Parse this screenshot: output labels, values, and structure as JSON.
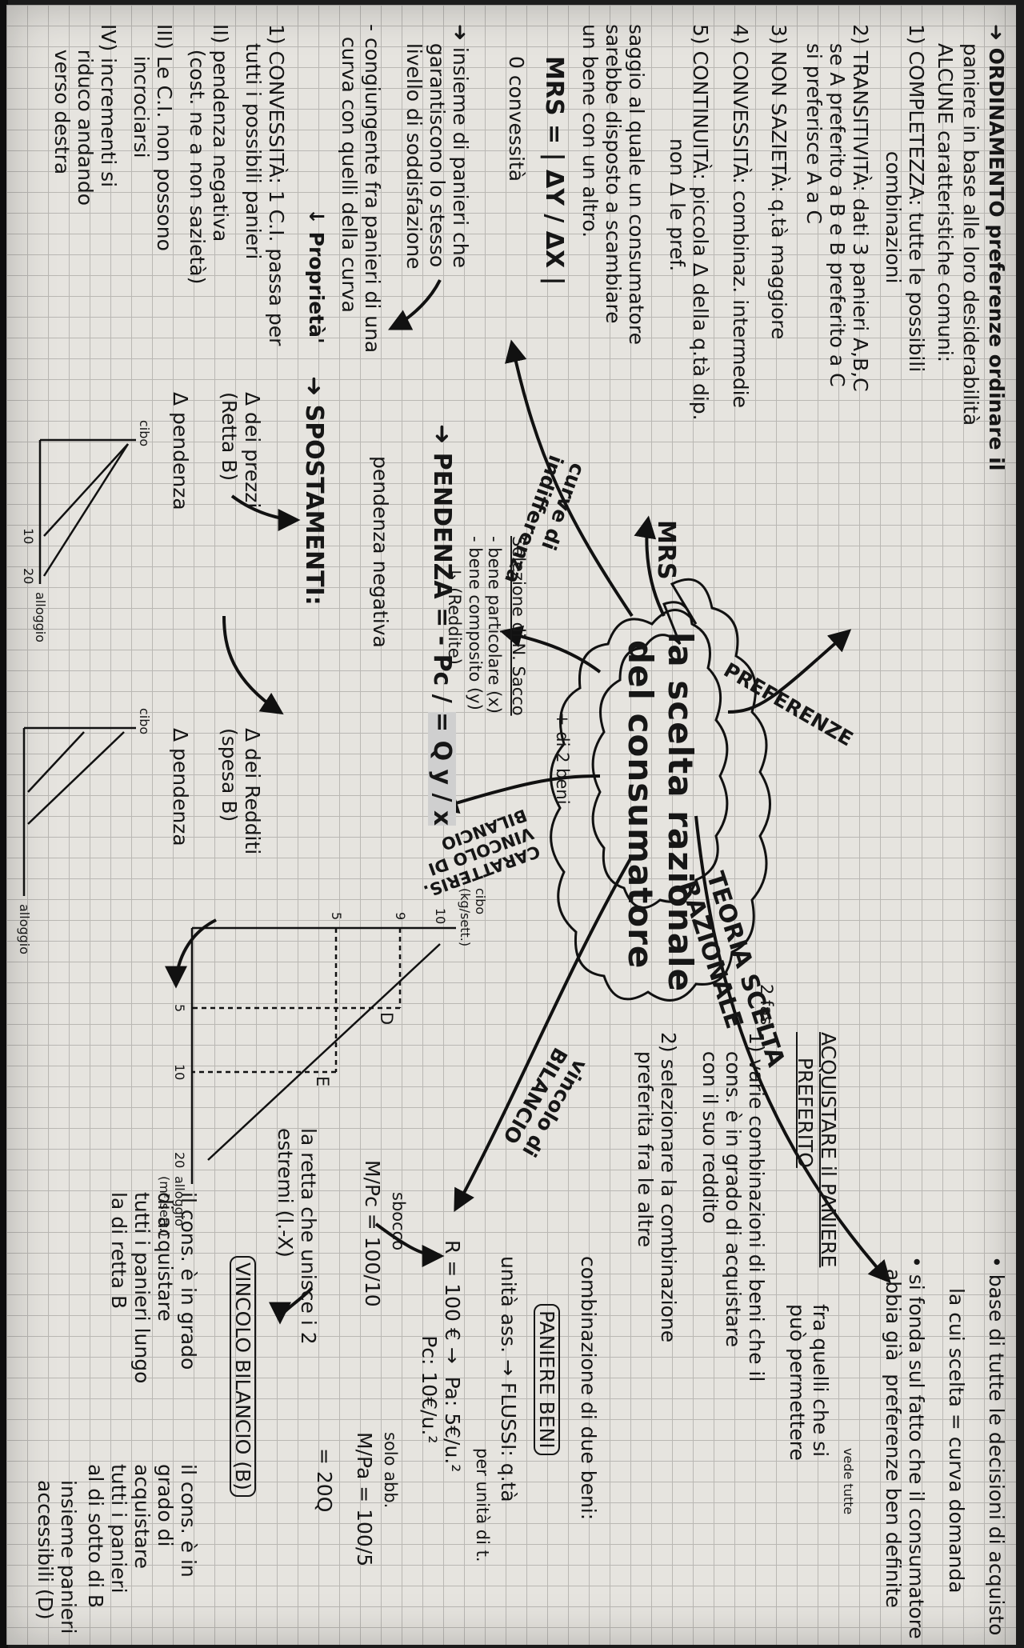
{
  "page": {
    "title_lines": [
      "la scelta razionale",
      "del consumatore"
    ],
    "center_sub": "+ di 2 beni"
  },
  "branches": {
    "teoria": "TEORIA SCELTA\nRAZIONALE",
    "preferenze": "PREFERENZE",
    "mrs": "MRS",
    "curve": "curve di\nindifferenza",
    "caratteristiche": "CARATTERIS.\nVINCOLO DI\nBILANCIO",
    "vincolo": "vincolo di\nBILANCIO"
  },
  "texts": {
    "tr1": "• base di tutte le decisioni di acquisto",
    "tr2": "la cui scelta = curva domanda",
    "tr3": "• si fonda sul fatto che il consumatore\n  abbia già  preferenze ben definite",
    "tr4": "vede tutte",
    "tr5": "ACQUISTARE il PANIERE\n    PREFERITO",
    "tr6": "fra quelli che si\npuò permettere",
    "tr7": "2 fasi",
    "tr8": "1) varie combinazioni di beni che il\n   cons. è in grado di acquistare\n   con il suo reddito",
    "tr9": "2) selezionare la combinazione\n   preferita fra le altre",
    "tl1": "➜ ORDINAMENTO preferenze ordinare il",
    "tl2": "   paniere in base alle loro desiderabilità",
    "tl3": "   ALCUNE caratteristiche comuni:",
    "tl4": "1) COMPLETEZZA: tutte le possibili\n                    combinazioni",
    "tl5": "2) TRANSITIVITÀ: dati 3 panieri A,B,C\n   se A preferito a B e B preferito a C\n   si preferisce A a C",
    "tl6": "3) NON SAZIETÀ: q.tà maggiore",
    "tl7": "4) CONVESSITÀ: combinaz. intermedie",
    "tl8": "5) CONTINUITÀ: piccola Δ della q.tà dip.\n                  non Δ le pref.",
    "ml1": "saggio al quale un consumatore\nsarebbe disposto a scambiare\nun bene con un altro.",
    "ml2": "MRS = | ΔY / ΔX |",
    "ml3": "0 convessità",
    "c1": "➜ insieme di panieri che\n   garantiscono lo stesso\n   livello di soddisfazione",
    "c2": "- congiungente fra panieri di una\n  curva con quelli della curva",
    "c3": "↓ Proprietà'",
    "c4": "1) CONVESSITÀ: 1 C.I. passa per\n   tutti i possibili panieri",
    "c5": "II) pendenza negativa\n    (cost. ne a non sazietà)",
    "c6": "III) Le C.I. non possono\n     incrociarsi",
    "c7": "IV) incrementi si\n    riduco andando\n    verso destra",
    "p1": "➜ PENDENZA = - Pc / Pa",
    "p2": "= Q y / x",
    "p3": "pendenza negativa",
    "s1": "➜ SPOSTAMENTI:",
    "s2": "Δ dei prezzi\n(Retta B)",
    "s3": "Δ pendenza",
    "s4": "Δ dei Redditi\n(spesa B)",
    "s5": "Δ pendenza",
    "sel1": "Selezione di N. Sacco",
    "sel2": "- bene particolare (x)\n- bene composito (y)",
    "sel3": "↳ (Reddite)",
    "v1": "combinazione di due beni:",
    "v2": "PANIERE BENI",
    "v3": "unità ass. → FLUSSI: q.tà",
    "v4": "per unità di t.",
    "v5": "R = 100 € →  Pa: 5€/u.²\n               Pc: 10€/u.²",
    "v6": "sbocco",
    "v7": "M/Pc = 100/10",
    "v8": "solo abb.",
    "v9": "M/Pa = 100/5",
    "v10": "= 20Q",
    "v11": "la retta che unisce i 2\nestremi (l.-X)",
    "v12": "VINCOLO BILANCIO (B)",
    "v13": "il cons. è in grado\ndi acquistare\ntutti i panieri lungo\nla di retta B",
    "v14": "il cons. è in\ngrado di\nacquistare\ntutti i panieri\nal di sotto di B",
    "v15": "insieme panieri\naccessibili (D)"
  },
  "graph1": {
    "y_label": "cibo\n(kg/sett.)",
    "x_label": "alloggio\n(m²/sett.)",
    "y_ticks": [
      "10",
      "9",
      "5"
    ],
    "x_ticks": [
      "5",
      "10",
      "20"
    ],
    "points": [
      "D",
      "E"
    ]
  },
  "graph2": {
    "y_label": "cibo",
    "x_label": "alloggio",
    "x_ticks": [
      "10",
      "20"
    ]
  },
  "graph3": {
    "y_label": "cibo",
    "x_label": "alloggio"
  }
}
